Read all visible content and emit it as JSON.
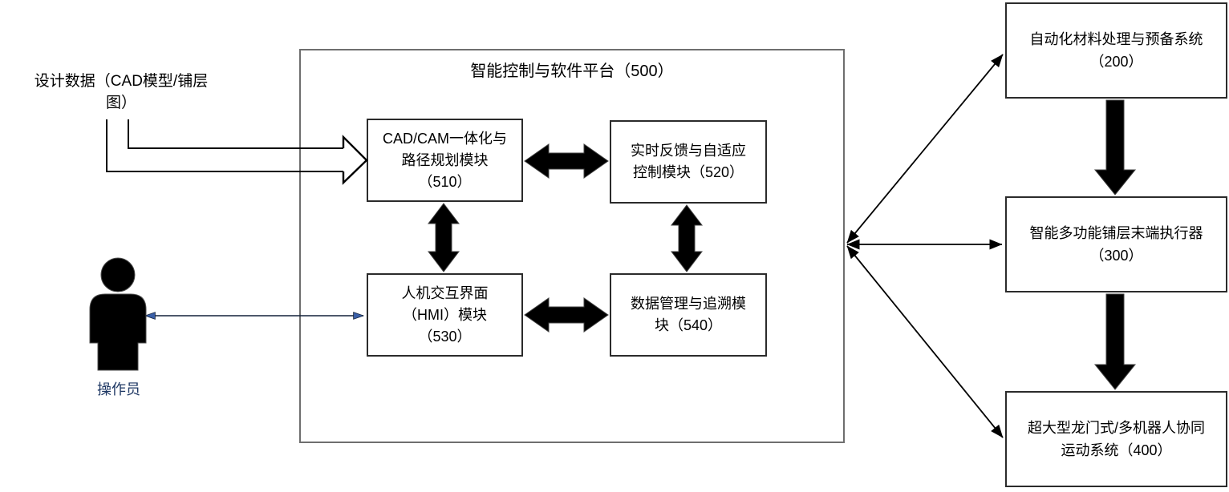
{
  "labels": {
    "design_data_line1": "设计数据（CAD模型/铺层",
    "design_data_line2": "图）",
    "operator": "操作员"
  },
  "platform": {
    "title": "智能控制与软件平台（500）",
    "modules": [
      {
        "id": "510",
        "lines": [
          "CAD/CAM一体化与",
          "路径规划模块",
          "（510）"
        ]
      },
      {
        "id": "520",
        "lines": [
          "实时反馈与自适应",
          "控制模块（520）"
        ]
      },
      {
        "id": "530",
        "lines": [
          "人机交互界面",
          "（HMI）模块",
          "（530）"
        ]
      },
      {
        "id": "540",
        "lines": [
          "数据管理与追溯模",
          "块（540）"
        ]
      }
    ]
  },
  "right_systems": [
    {
      "id": "200",
      "lines": [
        "自动化材料处理与预备系统",
        "（200）"
      ]
    },
    {
      "id": "300",
      "lines": [
        "智能多功能铺层末端执行器",
        "（300）"
      ]
    },
    {
      "id": "400",
      "lines": [
        "超大型龙门式/多机器人协同",
        "运动系统（400）"
      ]
    }
  ],
  "colors": {
    "arrow_black": "#000000",
    "operator_arrowhead_fill": "#3A5FA8",
    "operator_arrowhead_stroke": "#16243C",
    "operator_label_color": "#1F3864",
    "platform_border": "#6E6E6E",
    "box_border": "#2B2B2B"
  },
  "icons": {
    "operator_icon": "person-icon"
  }
}
